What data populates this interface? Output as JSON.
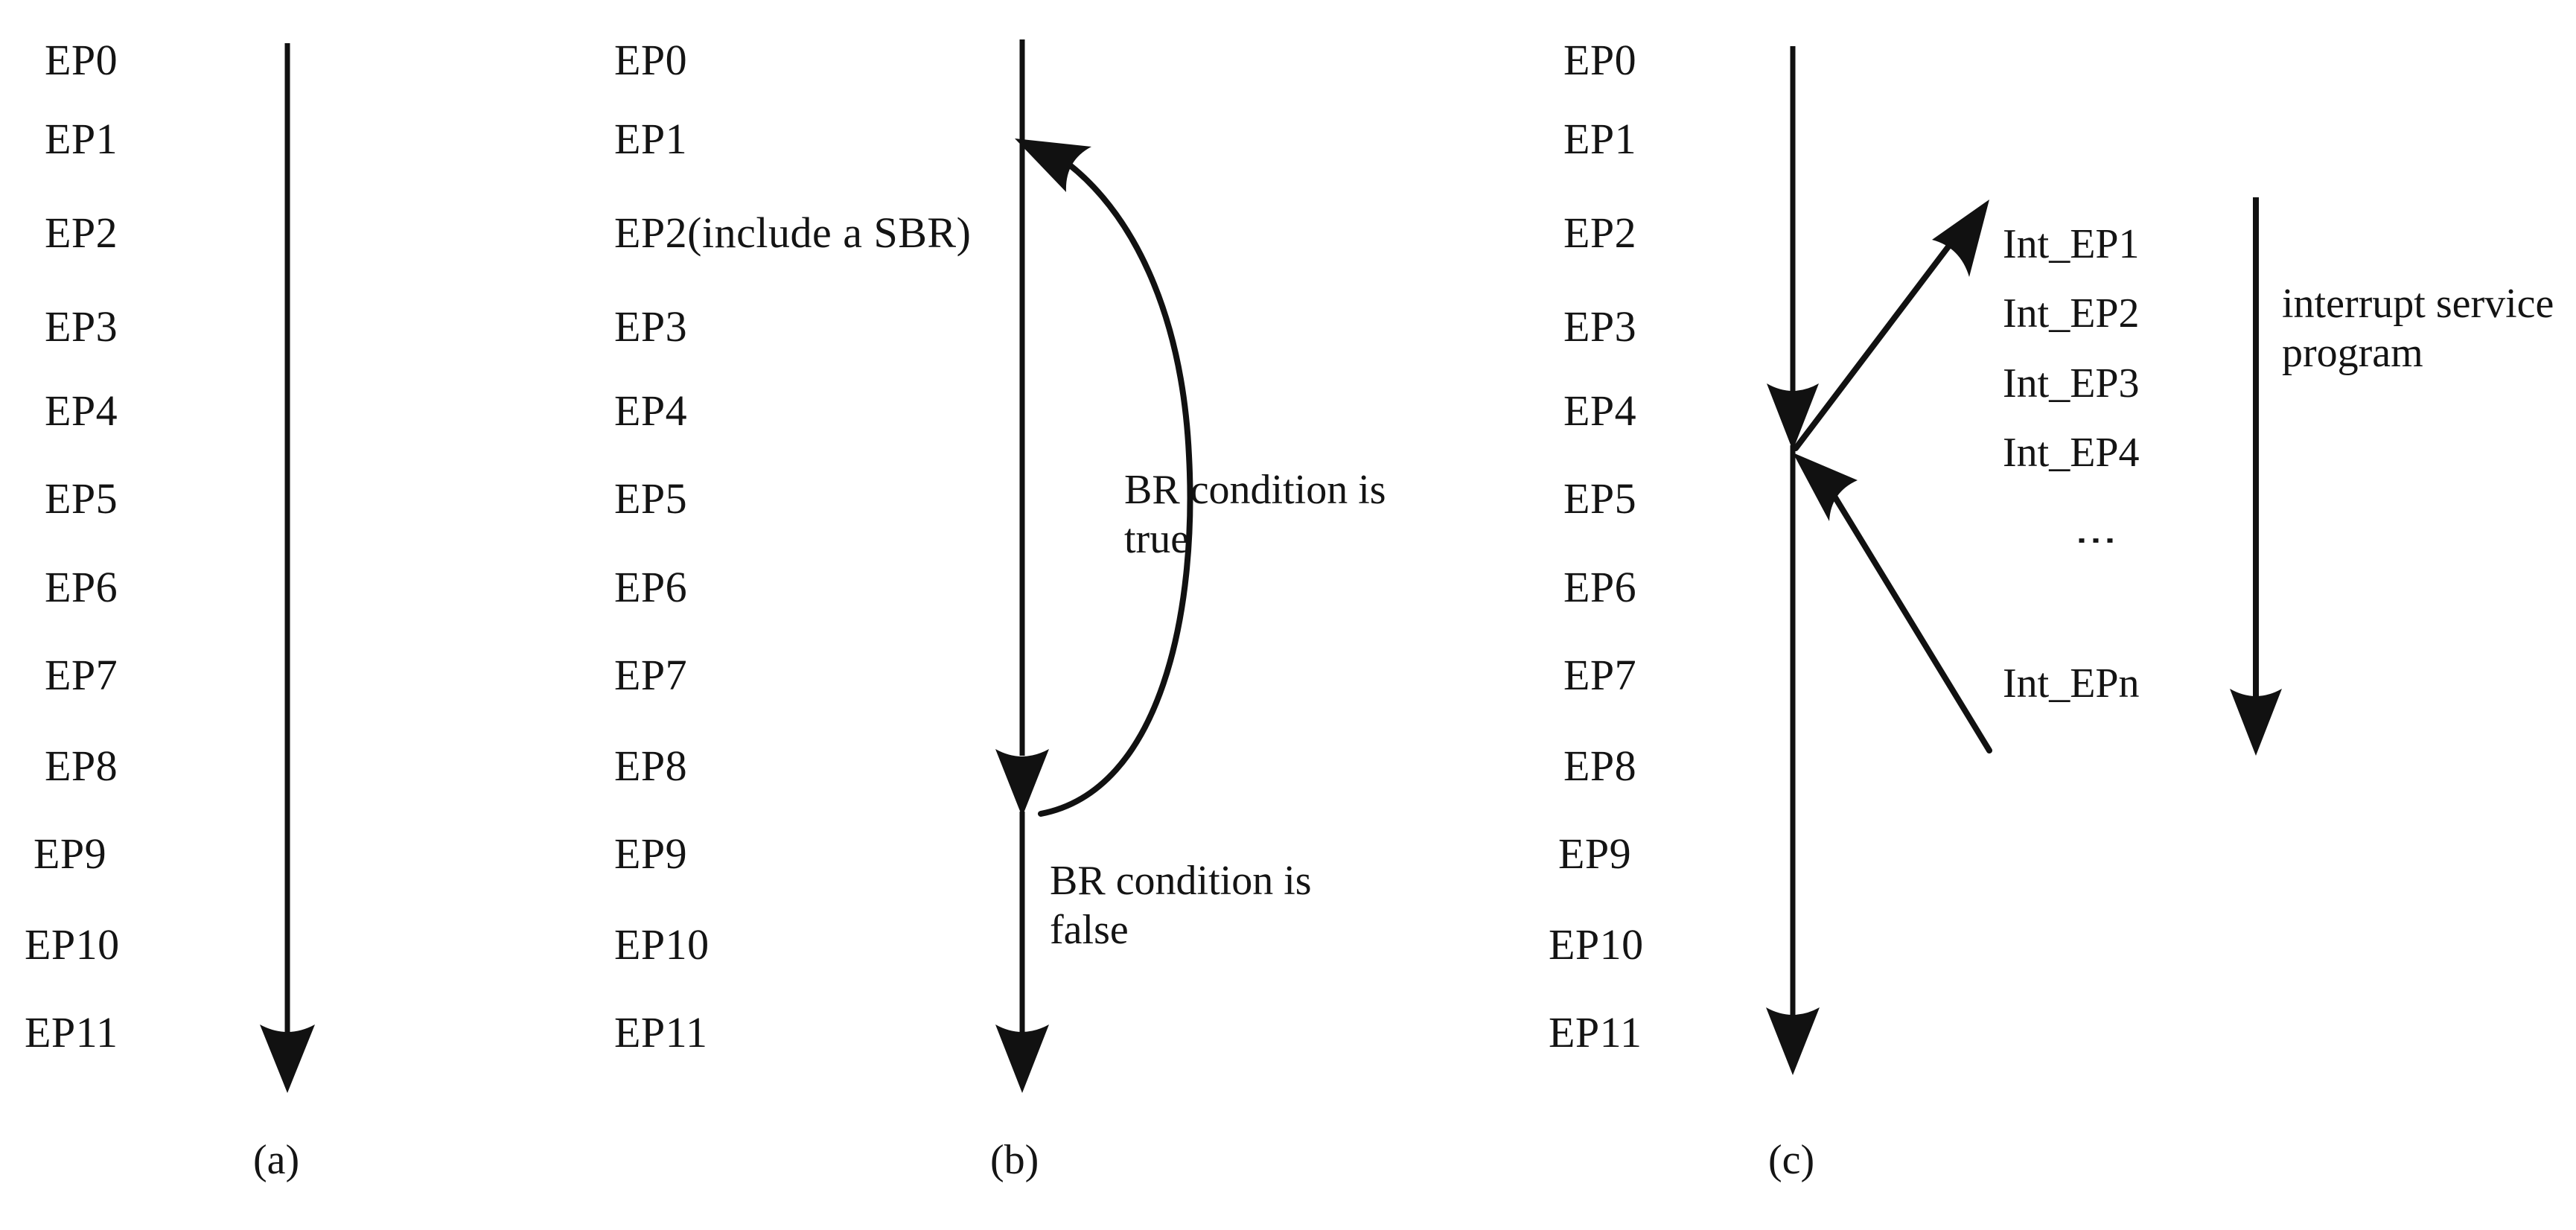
{
  "figure": {
    "type": "diagram",
    "description": "Program execution-point flow diagram with three panels",
    "stroke_color": "#111111",
    "background_color": "#ffffff"
  },
  "panels": [
    {
      "key": "a",
      "caption": "(a)",
      "labels": [
        "EP0",
        "EP1",
        "EP2",
        "EP3",
        "EP4",
        "EP5",
        "EP6",
        "EP7",
        "EP8",
        "EP9",
        "EP10",
        "EP11"
      ],
      "notes": []
    },
    {
      "key": "b",
      "caption": "(b)",
      "labels": [
        "EP0",
        "EP1",
        "EP2(include a SBR)",
        "EP3",
        "EP4",
        "EP5",
        "EP6",
        "EP7",
        "EP8",
        "EP9",
        "EP10",
        "EP11"
      ],
      "notes": [
        {
          "name": "branch-true-note",
          "text": "BR condition is\ntrue"
        },
        {
          "name": "branch-false-note",
          "text": "BR condition is\nfalse"
        }
      ]
    },
    {
      "key": "c",
      "caption": "(c)",
      "labels": [
        "EP0",
        "EP1",
        "EP2",
        "EP3",
        "EP4",
        "EP5",
        "EP6",
        "EP7",
        "EP8",
        "EP9",
        "EP10",
        "EP11"
      ],
      "interrupt_labels": [
        "Int_EP1",
        "Int_EP2",
        "Int_EP3",
        "Int_EP4"
      ],
      "interrupt_ellipsis": "⋮",
      "interrupt_last_label": "Int_EPn",
      "notes": [
        {
          "name": "interrupt-service-note",
          "text": "interrupt service\nprogram"
        }
      ]
    }
  ]
}
